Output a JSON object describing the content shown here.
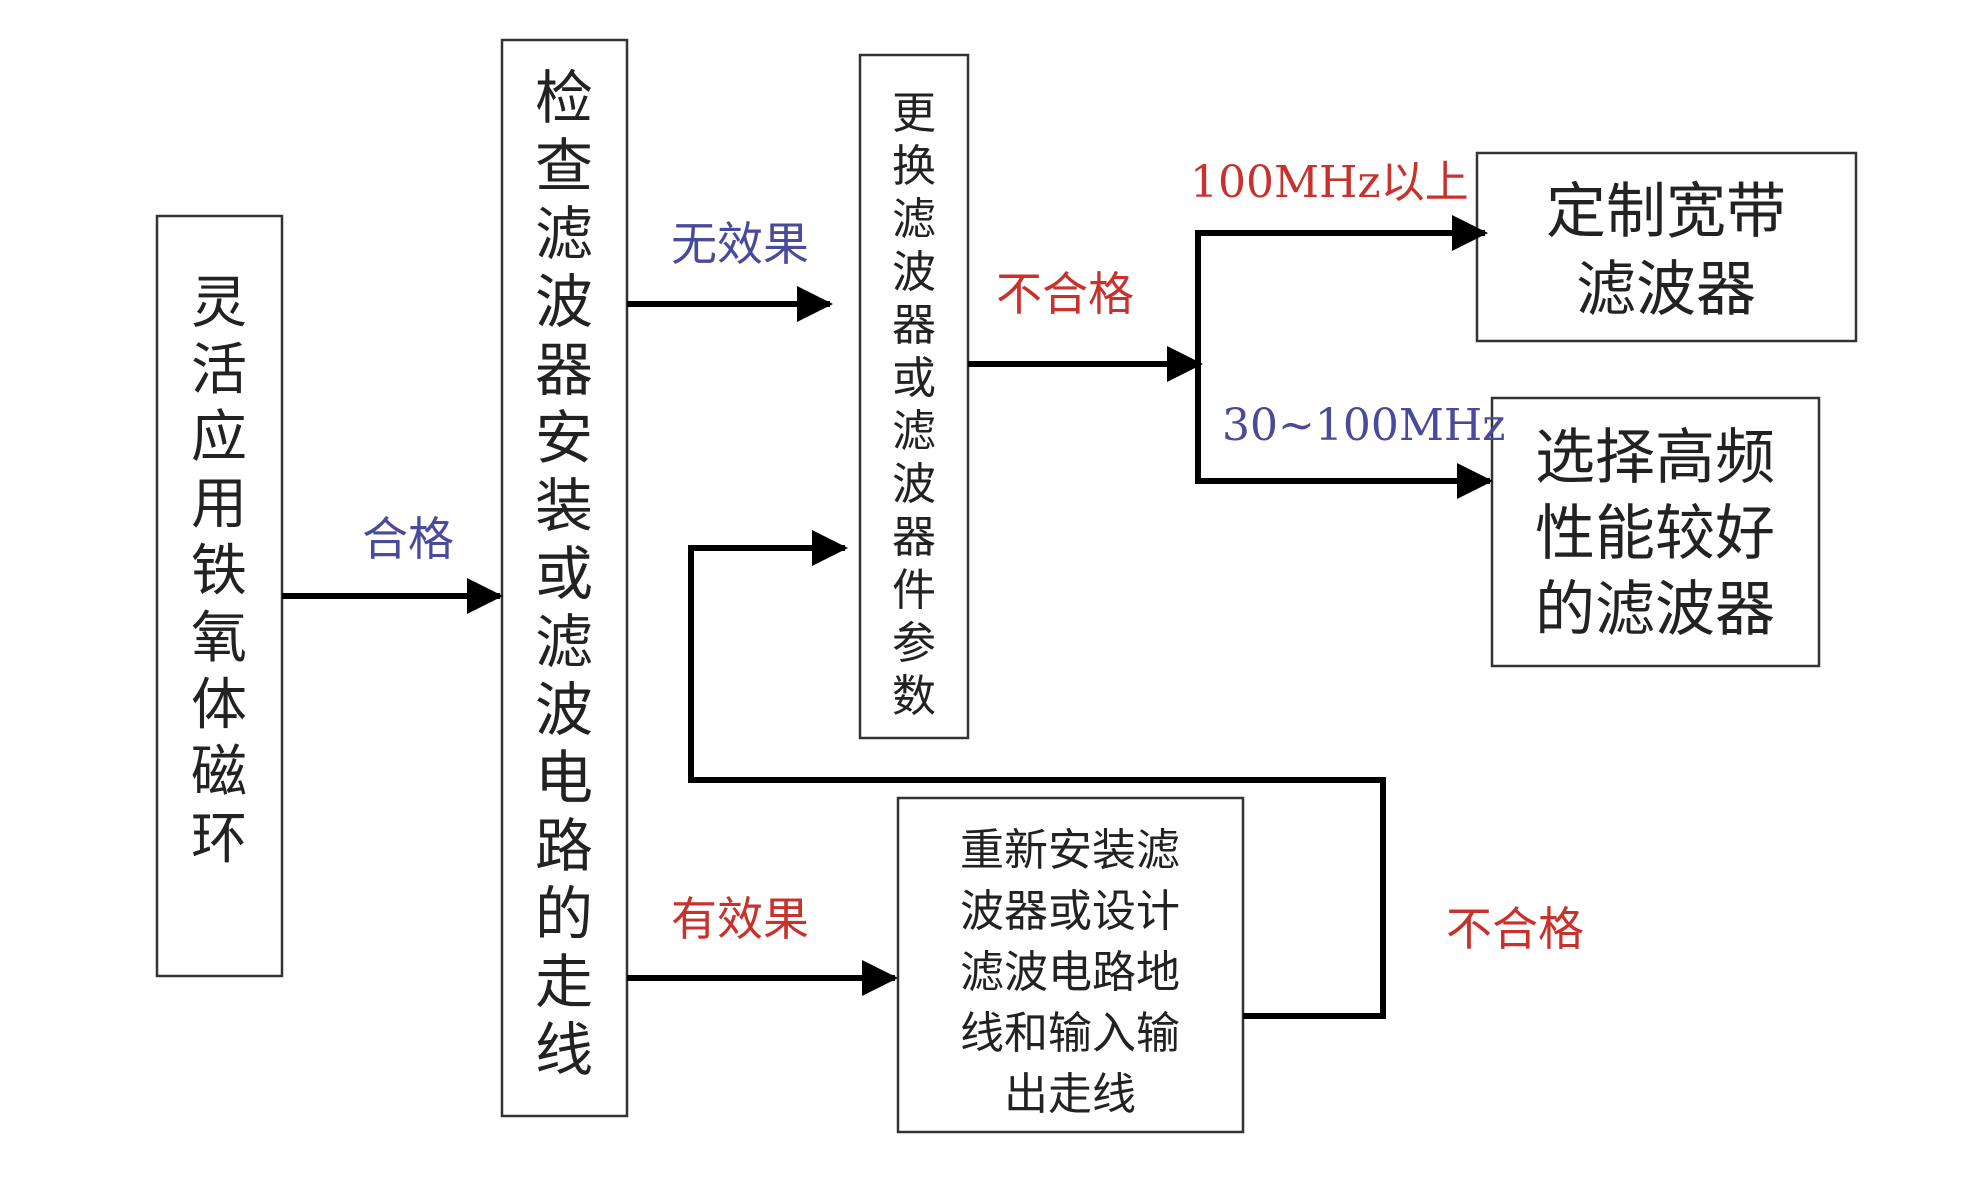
{
  "diagram": {
    "nodes": {
      "ferrite_ring": "灵活应用铁氧体磁环",
      "check_filter": "检查滤波器安装或滤波电路的走线",
      "replace_filter": "更换滤波器或滤波器件参数",
      "reinstall_filter": [
        "重新安装滤",
        "波器或设计",
        "滤波电路地",
        "线和输入输",
        "出走线"
      ],
      "custom_broadband": [
        "定制宽带",
        "滤波器"
      ],
      "high_freq_filter": [
        "选择高频",
        "性能较好",
        "的滤波器"
      ]
    },
    "edges": {
      "pass": "合格",
      "no_effect": "无效果",
      "effective": "有效果",
      "fail_top": "不合格",
      "fail_bottom": "不合格",
      "above_100mhz": "100MHz以上",
      "range_30_100mhz": "30~100MHz"
    },
    "colors": {
      "blue_label": "#4a4a9c",
      "red_label": "#c8322d",
      "line": "#000000",
      "box_border": "#333333",
      "box_text": "#222222"
    }
  }
}
